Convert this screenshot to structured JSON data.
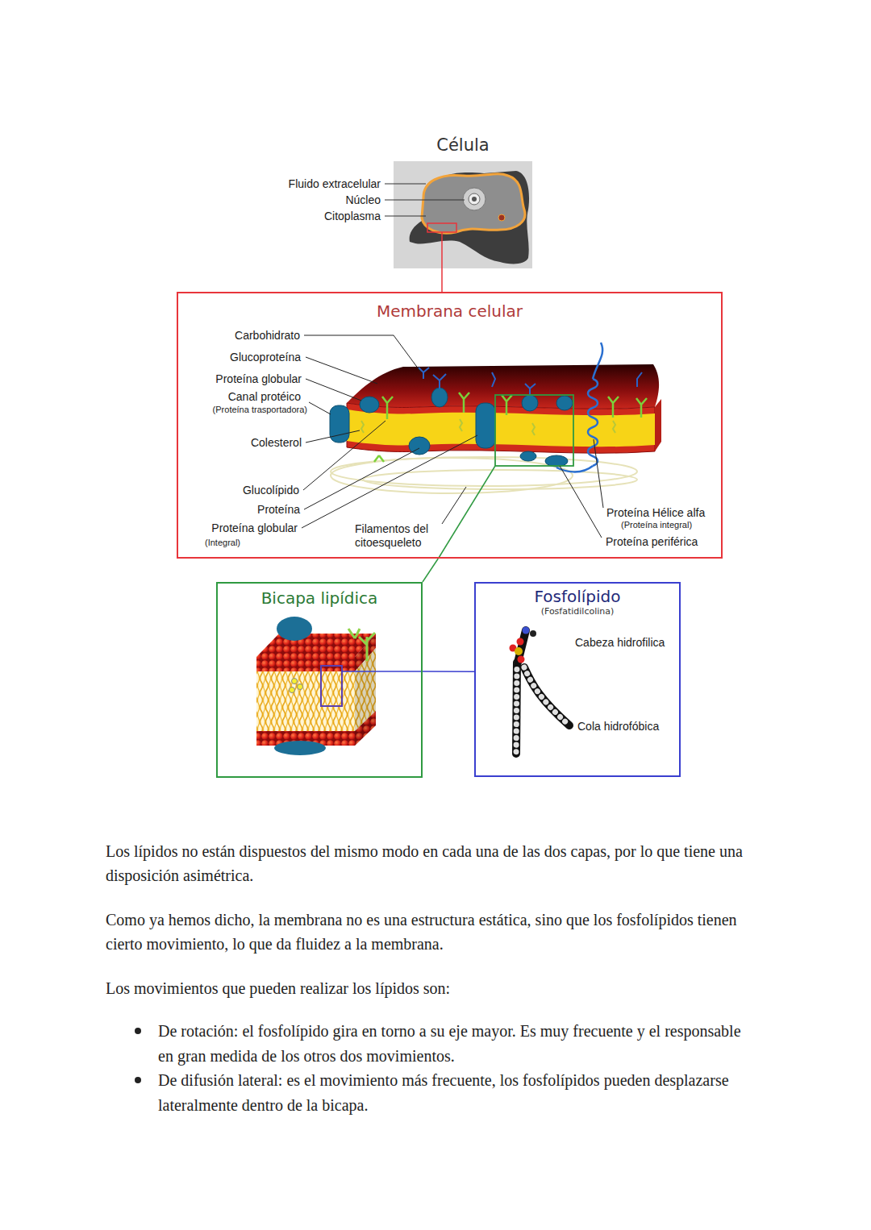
{
  "diagram": {
    "nodes": [
      {
        "text": [
          "Célula"
        ]
      },
      {
        "text": [
          "Membrana celular"
        ]
      },
      {
        "text": [
          "Bicapa lipídica"
        ]
      },
      {
        "text": [
          "Fosfolípido",
          "(Fosfatidilcolina)"
        ]
      }
    ],
    "edges": [
      {
        "from": 0,
        "to": 1,
        "arrow": "none"
      },
      {
        "from": 1,
        "to": 2,
        "arrow": "none"
      },
      {
        "from": 2,
        "to": 3,
        "arrow": "none"
      }
    ],
    "labels": [
      "Fluido extracelular",
      "Núcleo",
      "Citoplasma",
      "Carbohidrato",
      "Glucoproteína",
      "Proteína globular",
      "Canal protéico",
      "(Proteína trasportadora)",
      "Colesterol",
      "Glucolípido",
      "Proteína",
      "Proteína globular",
      "(Integral)",
      "Filamentos del citoesqueleto",
      "Proteína Hélice alfa",
      "(Proteína integral)",
      "Proteína periférica",
      "Cabeza hidrofilica",
      "Cola hidrofóbica",
      "Los lípidos no están dispuestos del mismo modo en cada una de las dos capas, por lo que tiene una disposición asimétrica.",
      "Como ya hemos dicho, la membrana no es una estructura estática, sino que los fosfolípidos tienen cierto movimiento, lo que da fluidez a la membrana.",
      "Los movimientos que pueden realizar los lípidos son:",
      "De rotación: el fosfolípido gira en torno a su eje mayor. Es muy frecuente y el responsable en gran medida de los otros dos movimientos.",
      "De difusión lateral: es el movimiento más frecuente, los fosfolípidos pueden desplazarse lateralmente dentro de la bicapa."
    ]
  }
}
